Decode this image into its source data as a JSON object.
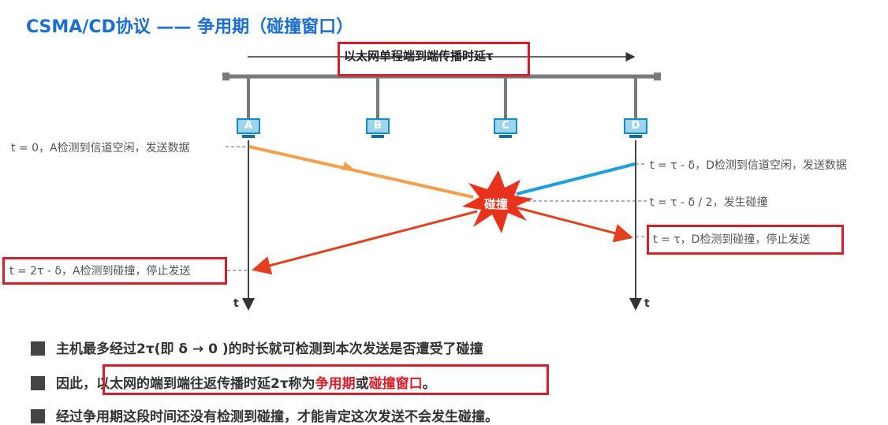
{
  "title": "CSMA/CD协议 —— 争用期（碰撞窗口）",
  "propagation_label": "以太网单程端到端传播时延τ",
  "stations": [
    "A",
    "B",
    "C",
    "D"
  ],
  "time_axis_label": "t",
  "collision_label": "碰撞",
  "events": {
    "a_send": "t = 0，A检测到信道空闲，发送数据",
    "d_send": "t = τ - δ，D检测到信道空闲，发送数据",
    "collision": "t = τ - δ / 2，发生碰撞",
    "d_detect": "t = τ，D检测到碰撞，停止发送",
    "a_detect": "t = 2τ - δ，A检测到碰撞，停止发送"
  },
  "bullets": {
    "b1": "主机最多经过2τ(即 δ → 0 )的时长就可检测到本次发送是否遭受了碰撞",
    "b2_prefix": "因此，",
    "b2_main": "以太网的端到端往返传播时延2τ称为",
    "b2_term1": "争用期",
    "b2_or": "或",
    "b2_term2": "碰撞窗口",
    "b2_end": "。",
    "b3": "经过争用期这段时间还没有检测到碰撞，才能肯定这次发送不会发生碰撞。"
  },
  "colors": {
    "title": "#1a6fd0",
    "a_signal": "#f4a04a",
    "d_signal": "#1d9ee0",
    "reflected": "#e4401e",
    "highlight_box": "#d81e2a",
    "collision_burst": "#e8331c"
  }
}
